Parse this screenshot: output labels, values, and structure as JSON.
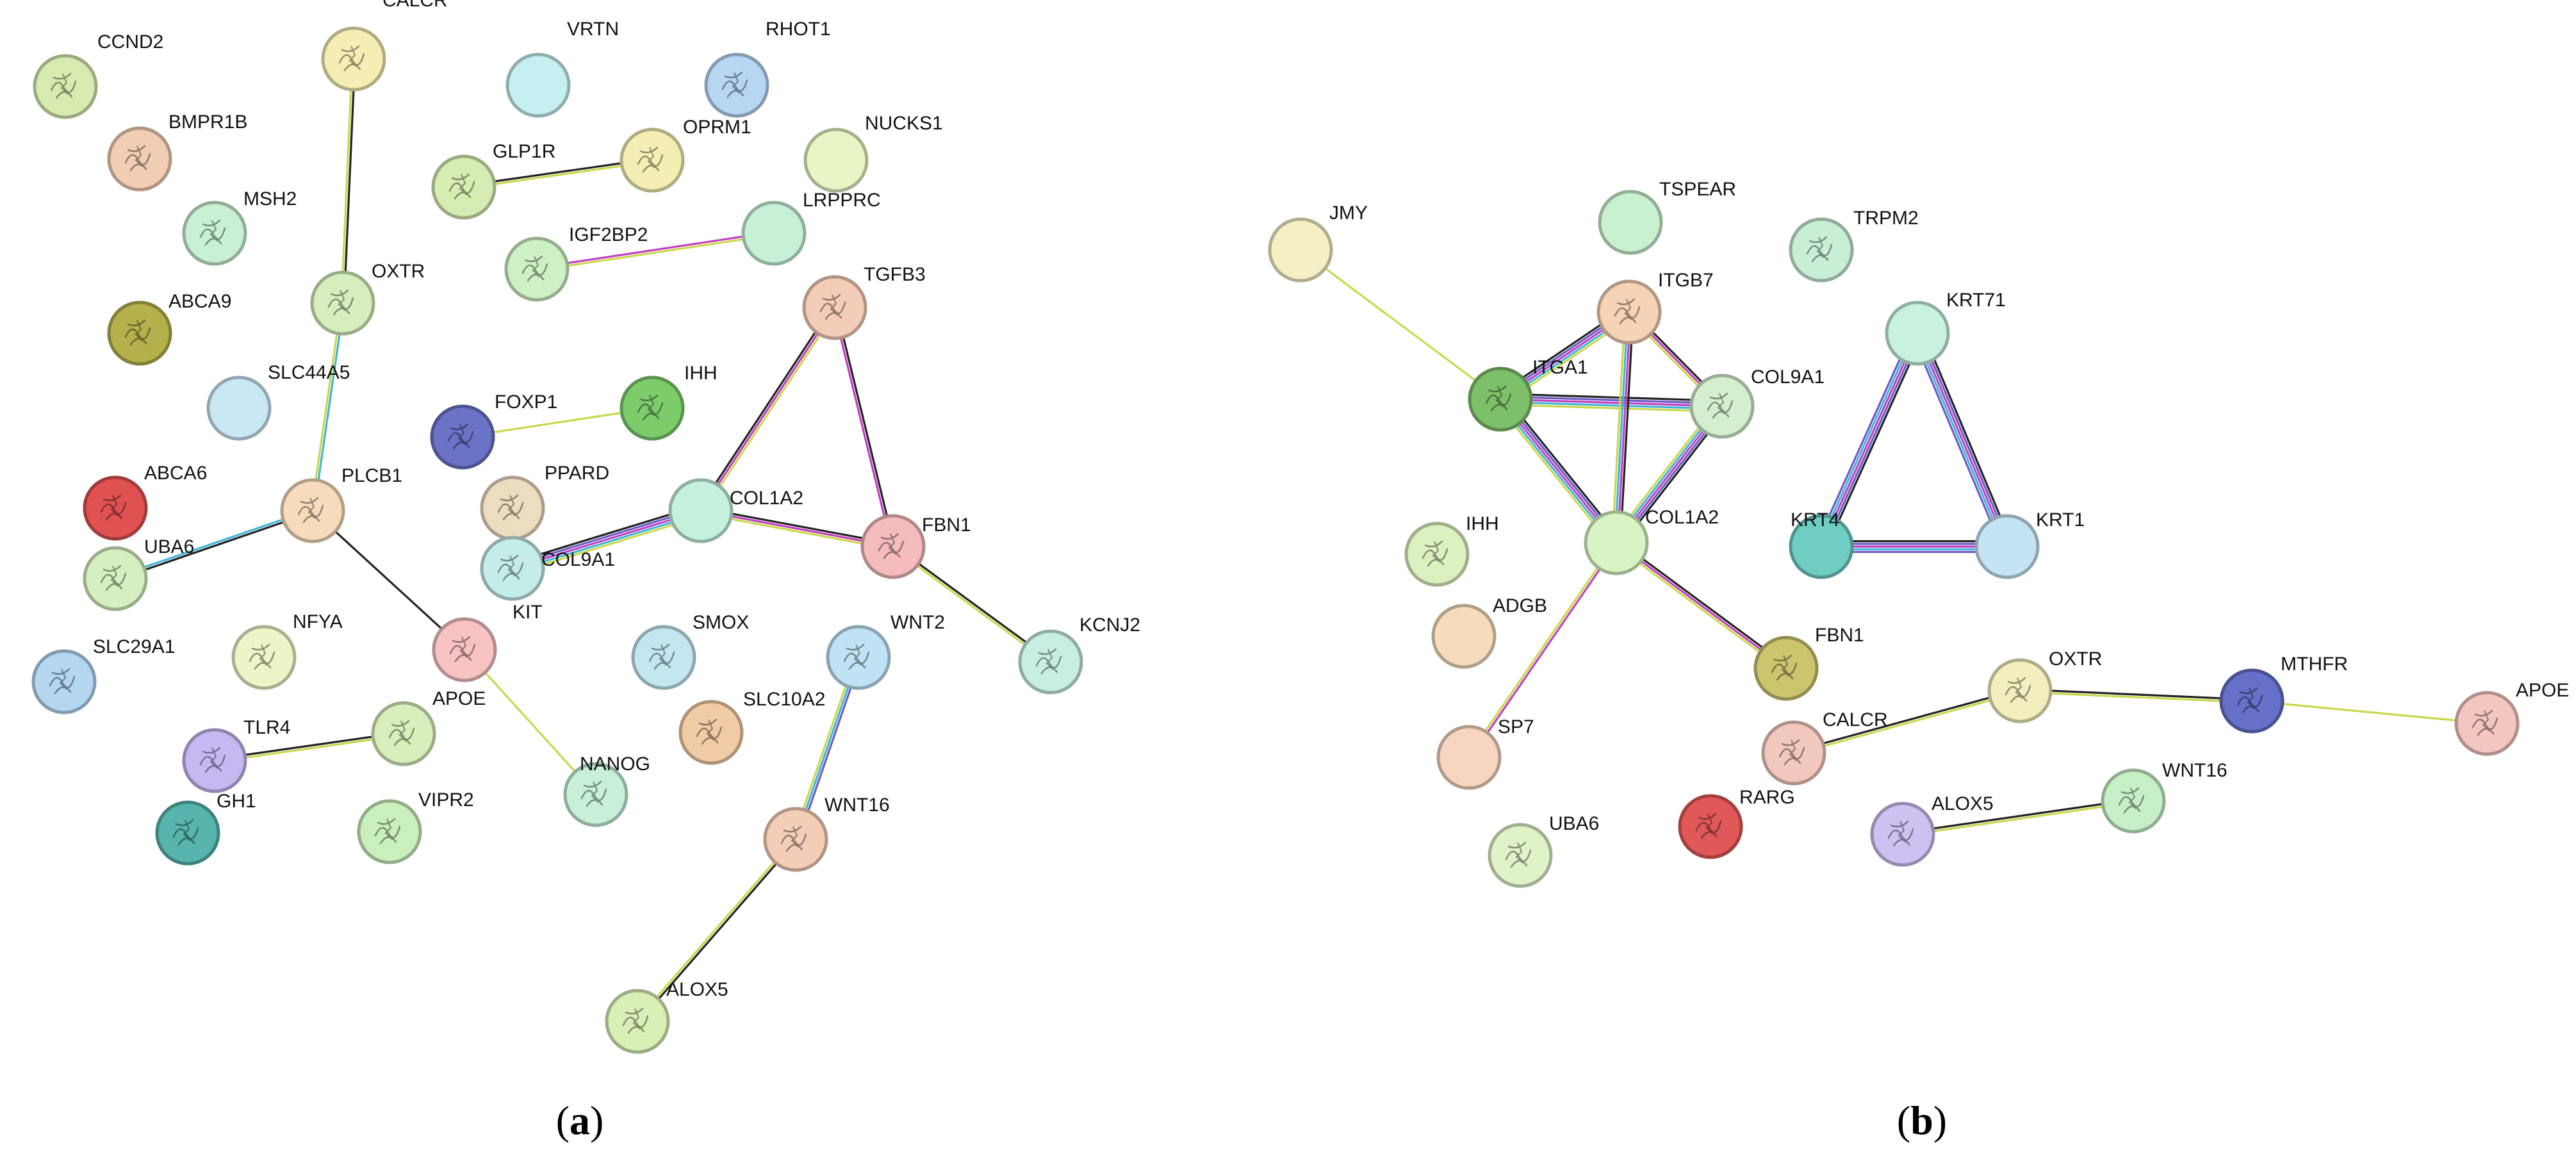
{
  "panels": [
    {
      "id": "a",
      "caption_open": "(",
      "caption_letter": "a",
      "caption_close": ")",
      "nodes": [
        {
          "id": "CCND2",
          "label": "CCND2",
          "color": "#d7ebb0",
          "icon": "protein-structure-icon"
        },
        {
          "id": "CALCR",
          "label": "CALCR",
          "color": "#f4eeb4",
          "icon": "protein-structure-icon"
        },
        {
          "id": "VRTN",
          "label": "VRTN",
          "color": "#c6f0f0",
          "icon": "empty-node"
        },
        {
          "id": "RHOT1",
          "label": "RHOT1",
          "color": "#b7d6f2",
          "icon": "protein-structure-icon"
        },
        {
          "id": "BMPR1B",
          "label": "BMPR1B",
          "color": "#f1cdb3",
          "icon": "protein-structure-icon"
        },
        {
          "id": "GLP1R",
          "label": "GLP1R",
          "color": "#d6ecb2",
          "icon": "protein-structure-icon"
        },
        {
          "id": "OPRM1",
          "label": "OPRM1",
          "color": "#f3efb4",
          "icon": "protein-structure-icon"
        },
        {
          "id": "NUCKS1",
          "label": "NUCKS1",
          "color": "#e8f5c4",
          "icon": "empty-node"
        },
        {
          "id": "MSH2",
          "label": "MSH2",
          "color": "#c8f0d2",
          "icon": "protein-structure-icon"
        },
        {
          "id": "LRPPRC",
          "label": "LRPPRC",
          "color": "#c7f1d7",
          "icon": "empty-node"
        },
        {
          "id": "IGF2BP2",
          "label": "IGF2BP2",
          "color": "#cdf0c4",
          "icon": "protein-structure-icon"
        },
        {
          "id": "OXTR",
          "label": "OXTR",
          "color": "#d6eebd",
          "icon": "protein-structure-icon"
        },
        {
          "id": "TGFB3",
          "label": "TGFB3",
          "color": "#f4cdb8",
          "icon": "protein-structure-icon"
        },
        {
          "id": "ABCA9",
          "label": "ABCA9",
          "color": "#b5b04c",
          "icon": "protein-structure-icon"
        },
        {
          "id": "SLC44A5",
          "label": "SLC44A5",
          "color": "#c9e8f3",
          "icon": "empty-node"
        },
        {
          "id": "FOXP1",
          "label": "FOXP1",
          "color": "#6b73c6",
          "icon": "protein-structure-icon"
        },
        {
          "id": "IHH",
          "label": "IHH",
          "color": "#7ccc6c",
          "icon": "protein-structure-icon"
        },
        {
          "id": "ABCA6",
          "label": "ABCA6",
          "color": "#e05252",
          "icon": "protein-structure-icon"
        },
        {
          "id": "PLCB1",
          "label": "PLCB1",
          "color": "#f6dcbc",
          "icon": "protein-structure-icon"
        },
        {
          "id": "PPARD",
          "label": "PPARD",
          "color": "#ecdcc0",
          "icon": "protein-structure-icon"
        },
        {
          "id": "COL1A2",
          "label": "COL1A2",
          "color": "#c6f1dc",
          "icon": "empty-node"
        },
        {
          "id": "FBN1",
          "label": "FBN1",
          "color": "#f4bcbd",
          "icon": "protein-structure-icon"
        },
        {
          "id": "UBA6",
          "label": "UBA6",
          "color": "#d6efc0",
          "icon": "protein-structure-icon"
        },
        {
          "id": "COL9A1",
          "label": "COL9A1",
          "color": "#c4ece9",
          "icon": "protein-structure-icon"
        },
        {
          "id": "KIT",
          "label": "KIT",
          "color": "#c4ece9",
          "icon": "empty-node",
          "label_only": true
        },
        {
          "id": "SLC29A1",
          "label": "SLC29A1",
          "color": "#b4d6f0",
          "icon": "protein-structure-icon"
        },
        {
          "id": "NFYA",
          "label": "NFYA",
          "color": "#eef3c8",
          "icon": "protein-structure-icon"
        },
        {
          "id": "KITNODE",
          "label": "",
          "color": "#f6c2c2",
          "icon": "protein-structure-icon"
        },
        {
          "id": "SMOX",
          "label": "SMOX",
          "color": "#c3e6f0",
          "icon": "protein-structure-icon"
        },
        {
          "id": "WNT2",
          "label": "WNT2",
          "color": "#bfe2f4",
          "icon": "protein-structure-icon"
        },
        {
          "id": "KCNJ2",
          "label": "KCNJ2",
          "color": "#c8eee2",
          "icon": "protein-structure-icon"
        },
        {
          "id": "APOE",
          "label": "APOE",
          "color": "#d9efbb",
          "icon": "protein-structure-icon"
        },
        {
          "id": "SLC10A2",
          "label": "SLC10A2",
          "color": "#f1cba5",
          "icon": "protein-structure-icon"
        },
        {
          "id": "TLR4",
          "label": "TLR4",
          "color": "#c8b8f2",
          "icon": "protein-structure-icon"
        },
        {
          "id": "NANOG",
          "label": "NANOG",
          "color": "#c8efd8",
          "icon": "protein-structure-icon"
        },
        {
          "id": "GH1",
          "label": "GH1",
          "color": "#57b5ad",
          "icon": "protein-structure-icon"
        },
        {
          "id": "VIPR2",
          "label": "VIPR2",
          "color": "#c9efbc",
          "icon": "protein-structure-icon"
        },
        {
          "id": "WNT16",
          "label": "WNT16",
          "color": "#f4cdb8",
          "icon": "protein-structure-icon"
        },
        {
          "id": "ALOX5",
          "label": "ALOX5",
          "color": "#d9efb6",
          "icon": "protein-structure-icon"
        }
      ],
      "edges": [
        {
          "source": "CALCR",
          "target": "OXTR",
          "colors": [
            "#222222",
            "#c8d84c"
          ]
        },
        {
          "source": "GLP1R",
          "target": "OPRM1",
          "colors": [
            "#222222",
            "#c8d84c"
          ]
        },
        {
          "source": "IGF2BP2",
          "target": "LRPPRC",
          "colors": [
            "#c13fc1",
            "#c8d84c"
          ]
        },
        {
          "source": "OXTR",
          "target": "PLCB1",
          "colors": [
            "#3fb5d6",
            "#c8d84c"
          ]
        },
        {
          "source": "FOXP1",
          "target": "IHH",
          "colors": [
            "#c8d84c"
          ]
        },
        {
          "source": "PLCB1",
          "target": "UBA6",
          "colors": [
            "#222222",
            "#3fb5d6"
          ]
        },
        {
          "source": "PLCB1",
          "target": "KITNODE",
          "colors": [
            "#222222"
          ]
        },
        {
          "source": "KITNODE",
          "target": "NANOG",
          "colors": [
            "#c8d84c"
          ]
        },
        {
          "source": "COL9A1",
          "target": "COL1A2",
          "colors": [
            "#222222",
            "#6b5ac6",
            "#c13fc1",
            "#3fb5d6",
            "#c8d84c"
          ]
        },
        {
          "source": "COL1A2",
          "target": "FBN1",
          "colors": [
            "#222222",
            "#c13fc1",
            "#c8d84c"
          ]
        },
        {
          "source": "COL1A2",
          "target": "TGFB3",
          "colors": [
            "#222222",
            "#c13fc1",
            "#c8d84c"
          ]
        },
        {
          "source": "TGFB3",
          "target": "FBN1",
          "colors": [
            "#222222",
            "#c13fc1"
          ]
        },
        {
          "source": "FBN1",
          "target": "KCNJ2",
          "colors": [
            "#222222",
            "#c8d84c"
          ]
        },
        {
          "source": "TLR4",
          "target": "APOE",
          "colors": [
            "#222222",
            "#c8d84c"
          ]
        },
        {
          "source": "WNT2",
          "target": "WNT16",
          "colors": [
            "#6b5ac6",
            "#3fb5d6",
            "#c8d84c"
          ]
        },
        {
          "source": "WNT16",
          "target": "ALOX5",
          "colors": [
            "#222222",
            "#c8d84c"
          ]
        }
      ]
    },
    {
      "id": "b",
      "caption_open": "(",
      "caption_letter": "b",
      "caption_close": ")",
      "nodes": [
        {
          "id": "JMY",
          "label": "JMY",
          "color": "#f5efc4",
          "icon": "empty-node"
        },
        {
          "id": "TSPEAR",
          "label": "TSPEAR",
          "color": "#c9f0cf",
          "icon": "empty-node"
        },
        {
          "id": "TRPM2",
          "label": "TRPM2",
          "color": "#c8eed6",
          "icon": "protein-structure-icon"
        },
        {
          "id": "ITGB7",
          "label": "ITGB7",
          "color": "#f6d2b6",
          "icon": "protein-structure-icon"
        },
        {
          "id": "KRT71",
          "label": "KRT71",
          "color": "#c8f2de",
          "icon": "empty-node"
        },
        {
          "id": "ITGA1",
          "label": "ITGA1",
          "color": "#7ec06a",
          "icon": "protein-structure-icon"
        },
        {
          "id": "COL9A1",
          "label": "COL9A1",
          "color": "#d3efcd",
          "icon": "protein-structure-icon"
        },
        {
          "id": "COL1A2",
          "label": "COL1A2",
          "color": "#d8f4c4",
          "icon": "empty-node"
        },
        {
          "id": "KRT4",
          "label": "KRT4",
          "color": "#6fcdc4",
          "icon": "empty-node"
        },
        {
          "id": "KRT1",
          "label": "KRT1",
          "color": "#c5e4f3",
          "icon": "empty-node"
        },
        {
          "id": "IHH",
          "label": "IHH",
          "color": "#dcf0c0",
          "icon": "protein-structure-icon"
        },
        {
          "id": "ADGB",
          "label": "ADGB",
          "color": "#f5dcbd",
          "icon": "empty-node"
        },
        {
          "id": "FBN1",
          "label": "FBN1",
          "color": "#ccc46e",
          "icon": "protein-structure-icon"
        },
        {
          "id": "OXTR",
          "label": "OXTR",
          "color": "#f2eebd",
          "icon": "protein-structure-icon"
        },
        {
          "id": "MTHFR",
          "label": "MTHFR",
          "color": "#6570c8",
          "icon": "protein-structure-icon"
        },
        {
          "id": "APOE",
          "label": "APOE",
          "color": "#f4c6c0",
          "icon": "protein-structure-icon"
        },
        {
          "id": "SP7",
          "label": "SP7",
          "color": "#f6d6c0",
          "icon": "empty-node"
        },
        {
          "id": "CALCR",
          "label": "CALCR",
          "color": "#f2c8bc",
          "icon": "protein-structure-icon"
        },
        {
          "id": "RARG",
          "label": "RARG",
          "color": "#e05858",
          "icon": "protein-structure-icon"
        },
        {
          "id": "WNT16",
          "label": "WNT16",
          "color": "#c6efc6",
          "icon": "protein-structure-icon"
        },
        {
          "id": "ALOX5",
          "label": "ALOX5",
          "color": "#cfc0f2",
          "icon": "protein-structure-icon"
        },
        {
          "id": "UBA6",
          "label": "UBA6",
          "color": "#e0f2c8",
          "icon": "protein-structure-icon"
        }
      ],
      "edges": [
        {
          "source": "JMY",
          "target": "ITGA1",
          "colors": [
            "#c8d84c"
          ]
        },
        {
          "source": "ITGA1",
          "target": "ITGB7",
          "colors": [
            "#222222",
            "#6b5ac6",
            "#c13fc1",
            "#3fb5d6",
            "#c8d84c"
          ]
        },
        {
          "source": "ITGA1",
          "target": "COL9A1",
          "colors": [
            "#222222",
            "#6b5ac6",
            "#c13fc1",
            "#3fb5d6",
            "#c8d84c"
          ]
        },
        {
          "source": "ITGA1",
          "target": "COL1A2",
          "colors": [
            "#222222",
            "#6b5ac6",
            "#c13fc1",
            "#3fb5d6",
            "#c8d84c"
          ]
        },
        {
          "source": "ITGB7",
          "target": "COL9A1",
          "colors": [
            "#222222",
            "#c13fc1",
            "#c8d84c"
          ]
        },
        {
          "source": "ITGB7",
          "target": "COL1A2",
          "colors": [
            "#222222",
            "#c13fc1",
            "#3fb5d6",
            "#c8d84c"
          ]
        },
        {
          "source": "COL9A1",
          "target": "COL1A2",
          "colors": [
            "#222222",
            "#6b5ac6",
            "#c13fc1",
            "#3fb5d6",
            "#c8d84c"
          ]
        },
        {
          "source": "COL1A2",
          "target": "FBN1",
          "colors": [
            "#222222",
            "#c13fc1",
            "#c8d84c"
          ]
        },
        {
          "source": "COL1A2",
          "target": "SP7",
          "colors": [
            "#c13fc1",
            "#c8d84c"
          ]
        },
        {
          "source": "KRT71",
          "target": "KRT4",
          "colors": [
            "#222222",
            "#6b5ac6",
            "#c13fc1",
            "#3fb5d6",
            "#6b5ac6"
          ]
        },
        {
          "source": "KRT71",
          "target": "KRT1",
          "colors": [
            "#222222",
            "#6b5ac6",
            "#c13fc1",
            "#3fb5d6",
            "#6b5ac6"
          ]
        },
        {
          "source": "KRT4",
          "target": "KRT1",
          "colors": [
            "#222222",
            "#6b5ac6",
            "#c13fc1",
            "#3fb5d6",
            "#6b5ac6"
          ]
        },
        {
          "source": "CALCR",
          "target": "OXTR",
          "colors": [
            "#222222",
            "#c8d84c"
          ]
        },
        {
          "source": "OXTR",
          "target": "MTHFR",
          "colors": [
            "#222222",
            "#c8d84c"
          ]
        },
        {
          "source": "MTHFR",
          "target": "APOE",
          "colors": [
            "#c8d84c"
          ]
        },
        {
          "source": "ALOX5",
          "target": "WNT16",
          "colors": [
            "#222222",
            "#c8d84c"
          ]
        }
      ]
    }
  ]
}
